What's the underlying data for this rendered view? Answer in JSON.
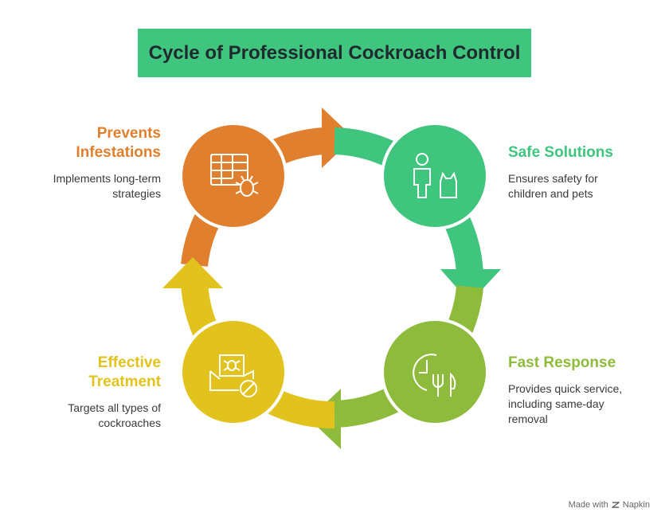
{
  "title": "Cycle of Professional Cockroach Control",
  "stages": {
    "prevents": {
      "heading_line1": "Prevents",
      "heading_line2": "Infestations",
      "desc_line1": "Implements long-term",
      "desc_line2": "strategies",
      "icon": "calendar-bug-icon",
      "color": "#e0802e"
    },
    "safe": {
      "heading": "Safe Solutions",
      "desc_line1": "Ensures safety for",
      "desc_line2": "children and pets",
      "icon": "person-pet-icon",
      "color": "#3fc57e"
    },
    "fast": {
      "heading": "Fast Response",
      "desc_line1": "Provides quick service,",
      "desc_line2": "including same-day",
      "desc_line3": "removal",
      "icon": "clock-fork-icon",
      "color": "#8fbb3c"
    },
    "effective": {
      "heading_line1": "Effective",
      "heading_line2": "Treatment",
      "desc_line1": "Targets all types of",
      "desc_line2": "cockroaches",
      "icon": "bug-mail-no-icon",
      "color": "#e2c21c"
    }
  },
  "footer": {
    "made_with": "Made with",
    "brand": "Napkin"
  }
}
